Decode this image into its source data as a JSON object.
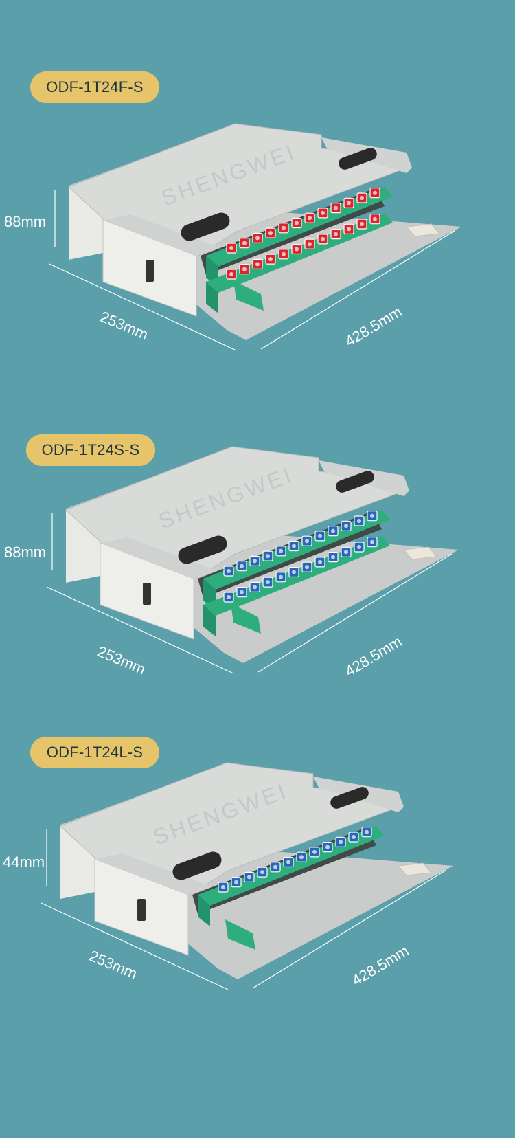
{
  "products": [
    {
      "model": "ODF-1T24F-S",
      "brand": "SHENGWEI",
      "height": "88mm",
      "depth": "253mm",
      "width": "428.5mm",
      "adapter_color": "#d9262f",
      "rows": 2
    },
    {
      "model": "ODF-1T24S-S",
      "brand": "SHENGWEI",
      "height": "88mm",
      "depth": "253mm",
      "width": "428.5mm",
      "adapter_color": "#2a67b8",
      "rows": 2
    },
    {
      "model": "ODF-1T24L-S",
      "brand": "SHENGWEI",
      "height": "44mm",
      "depth": "253mm",
      "width": "428.5mm",
      "adapter_color": "#2a67b8",
      "rows": 1
    }
  ],
  "colors": {
    "background": "#5a9fa9",
    "label_pill": "#e6c46a",
    "tray_green": "#2fae7d",
    "steel": "#d8d8d6"
  }
}
